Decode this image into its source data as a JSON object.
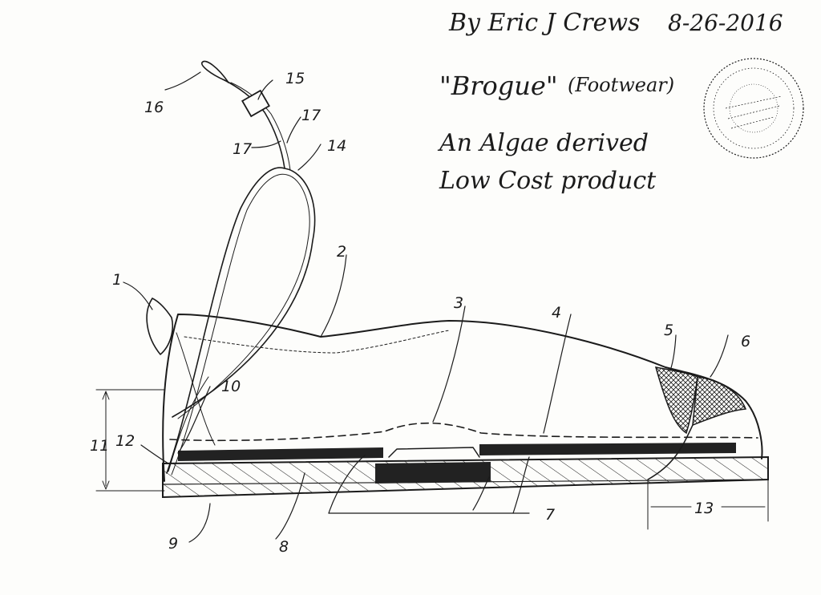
{
  "header": {
    "author_line": "By Eric J Crews",
    "date": "8-26-2016",
    "product_name": "\"Brogue\"",
    "product_type": "(Footwear)",
    "description_line1": "An Algae derived",
    "description_line2": "Low Cost product"
  },
  "stamp": {
    "type": "circular-notary-seal",
    "text": ""
  },
  "part_labels": {
    "p1": "1",
    "p2": "2",
    "p3": "3",
    "p4": "4",
    "p5": "5",
    "p6": "6",
    "p7": "7",
    "p8": "8",
    "p9": "9",
    "p10": "10",
    "p11": "11",
    "p12": "12",
    "p13": "13",
    "p14": "14",
    "p15": "15",
    "p16": "16",
    "p17a": "17",
    "p17b": "17"
  },
  "colors": {
    "ink": "#1b1b1b",
    "paper": "#fdfdfb"
  }
}
